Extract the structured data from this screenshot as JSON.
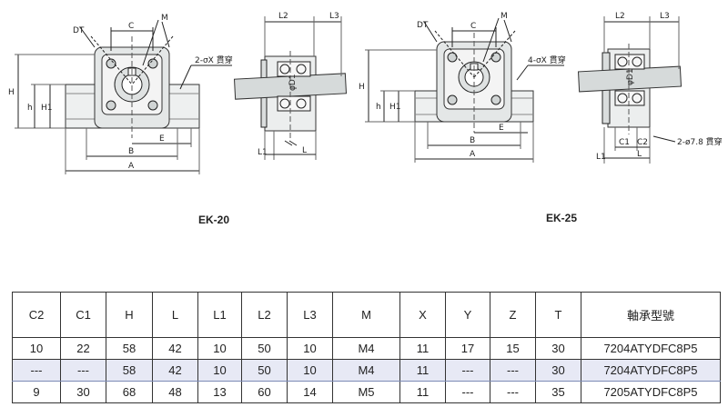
{
  "diagrams": {
    "ek20": {
      "model": "EK-20",
      "labels": {
        "dt": "DT",
        "c": "C",
        "m": "M",
        "h": "H",
        "h_small": "h",
        "h1": "H1",
        "e": "E",
        "b": "B",
        "a": "A",
        "l2": "L2",
        "l3": "L3",
        "d1": "φD1",
        "l1": "L1",
        "l": "L",
        "hole_note": "2-σX 貫穿"
      }
    },
    "ek25": {
      "model": "EK-25",
      "labels": {
        "dt": "DT",
        "c": "C",
        "m": "M",
        "h": "H",
        "h_small": "h",
        "h1": "H1",
        "e": "E",
        "b": "B",
        "a": "A",
        "l2": "L2",
        "l3": "L3",
        "d1": "φD1",
        "l1": "L1",
        "l": "L",
        "c1": "C1",
        "c2": "C2",
        "hole_note": "4-σX 貫穿",
        "pin_note": "2-ø7.8 貫穿"
      }
    }
  },
  "table": {
    "headers": [
      "C2",
      "C1",
      "H",
      "L",
      "L1",
      "L2",
      "L3",
      "M",
      "X",
      "Y",
      "Z",
      "T",
      "軸承型號"
    ],
    "rows": [
      [
        "10",
        "22",
        "58",
        "42",
        "10",
        "50",
        "10",
        "M4",
        "11",
        "17",
        "15",
        "30",
        "7204ATYDFC8P5"
      ],
      [
        "---",
        "---",
        "58",
        "42",
        "10",
        "50",
        "10",
        "M4",
        "11",
        "---",
        "---",
        "30",
        "7204ATYDFC8P5"
      ],
      [
        "9",
        "30",
        "68",
        "48",
        "13",
        "60",
        "14",
        "M5",
        "11",
        "---",
        "---",
        "35",
        "7205ATYDFC8P5"
      ]
    ]
  }
}
